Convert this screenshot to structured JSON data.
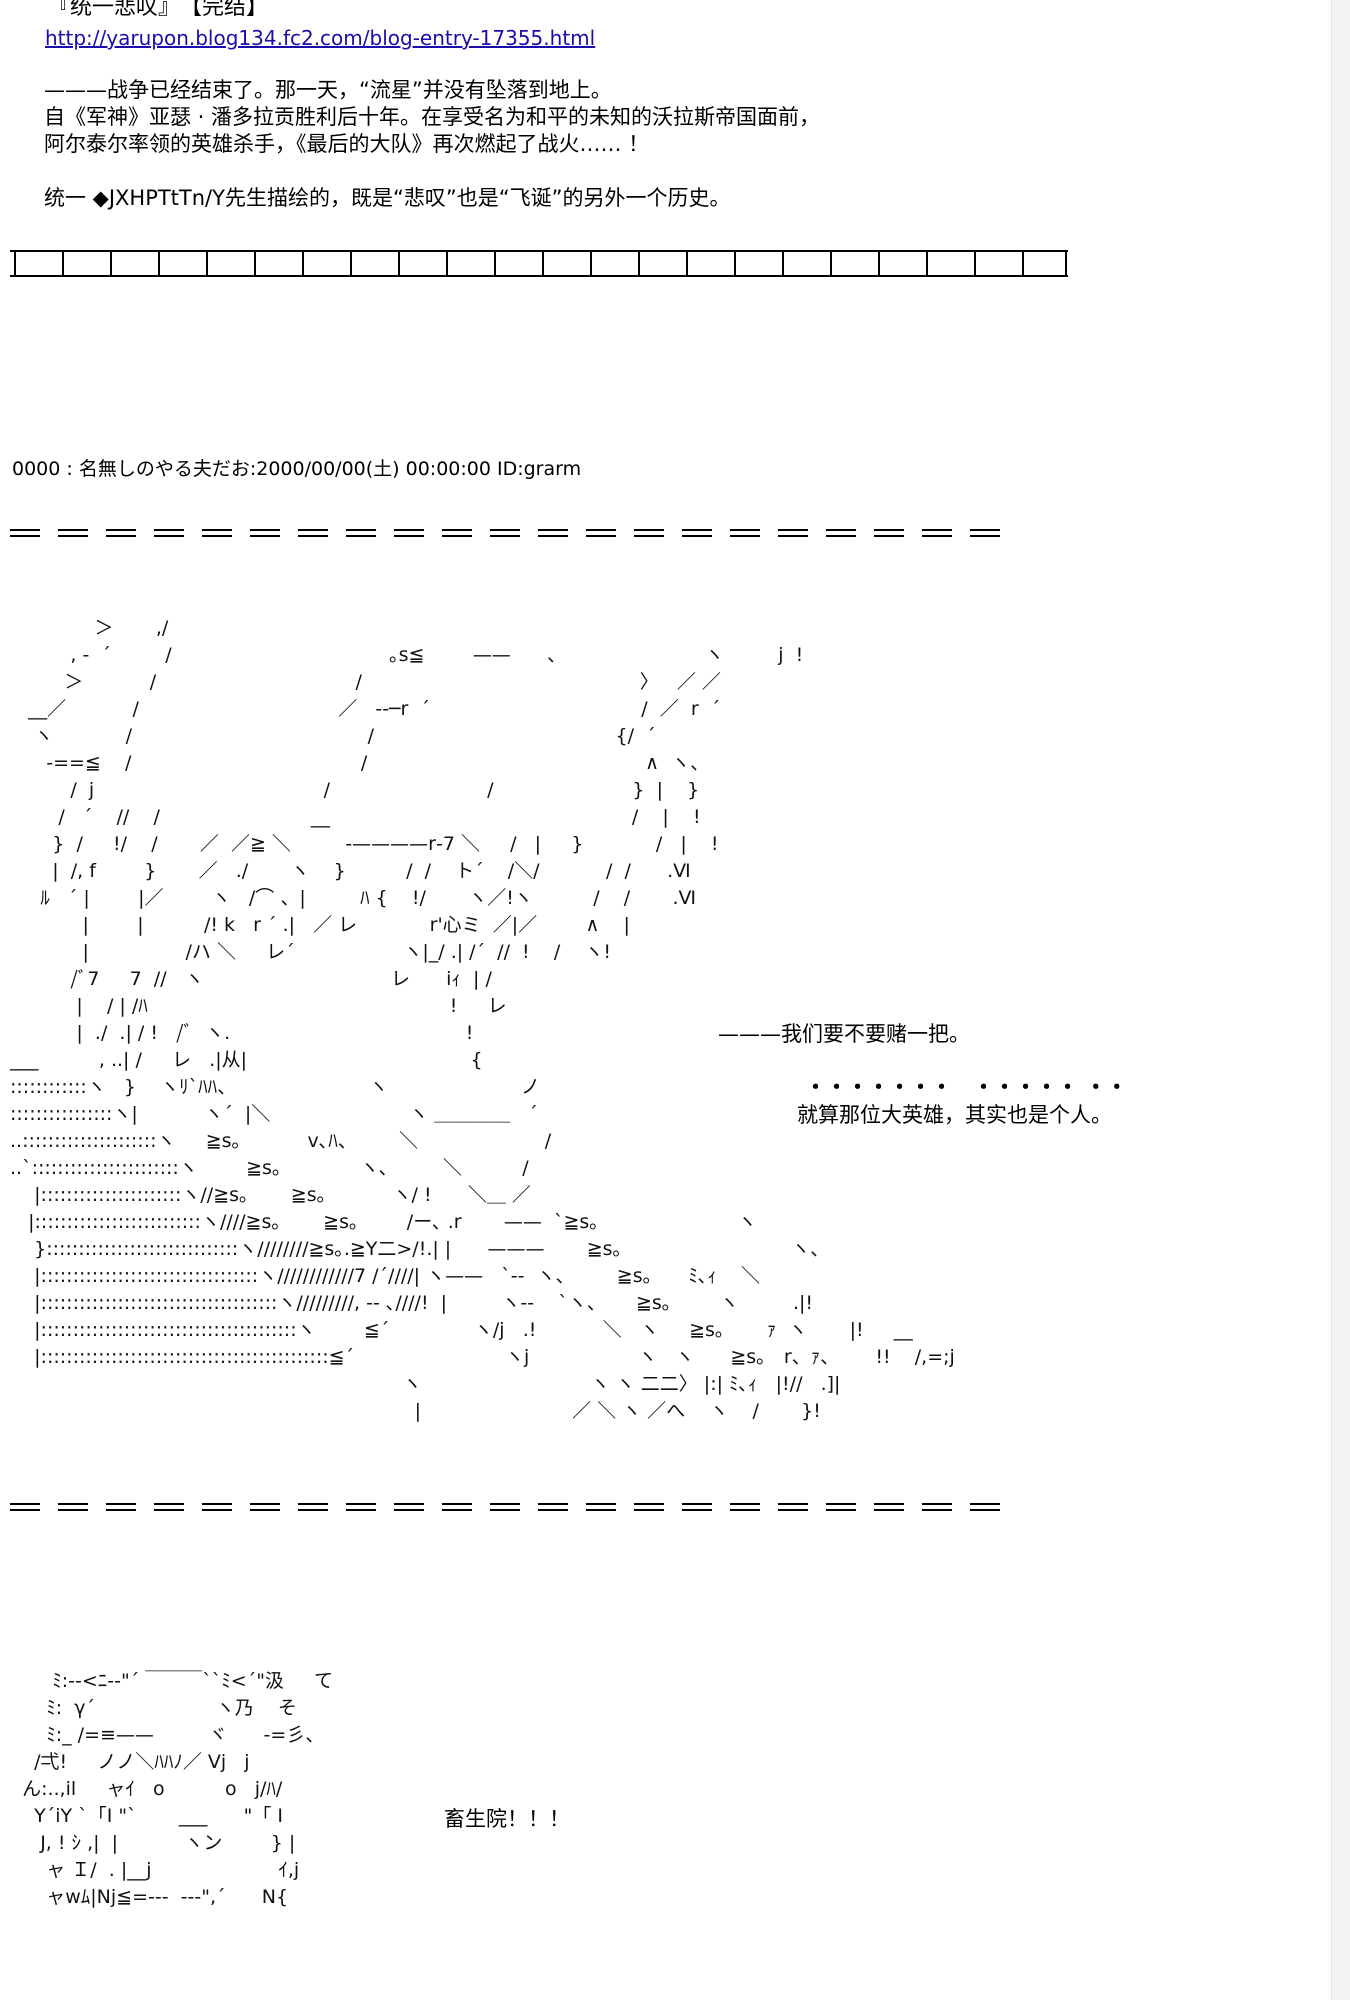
{
  "header": {
    "title": "『统一悲叹』　【完结】",
    "link": "http://yarupon.blog134.fc2.com/blog-entry-17355.html"
  },
  "intro": {
    "line1": "———战争已经结束了。那一天，“流星”并没有坠落到地上。",
    "line2": "自《军神》亚瑟 · 潘多拉贡胜利后十年。在享受名为和平的未知的沃拉斯帝国面前，",
    "line3": "阿尔泰尔率领的英雄杀手，《最后的大队》再次燃起了战火…… ！",
    "line4": "统一 ◆JXHPTtTn/Y先生描绘的，既是“悲叹”也是“飞诞”的另外一个历史。"
  },
  "post": {
    "header": "0000 : 名無しのやる夫だお:2000/00/00(土) 00:00:00 ID:grarm"
  },
  "scene1": {
    "line1": "———我们要不要赌一把。",
    "line2": "・・・・・・・　・・・・・ ・・",
    "line3": "就算那位大英雄，其实也是个人。",
    "art": "              ＞       ,/\n          , -  ´         /                                    ｡s≦        ——      、                       ヽ         j  !\n         ＞           /                                 /                                              〉   ／ ／\n   __／           /                                 ／   ‐‐─r  ´                                   /  ／  r  ´\n    ヽ            /                                       /                                        {/  ´\n      -==≦    /                                      /                                              ∧  ヽ、\n          /  j                                      /                          /                       }  |    }\n        /   ´    //    /                         __                                                  /    |    !\n       }  /     !/    /       ／  ／≧ ＼         -————r‐7 ＼     /   |     }            /   |    !\n       |  /, f        }       ／   ./       ヽ    }          /  /    ト´    /＼/           /  /      .Ⅵ\n     ﾙ   ´ |        |／        ヽ   /⌒ 、|         ﾊ {    !/       ヽ／!ヽ          /    /       .Ⅵ\n            |        |          /! k   r ´ .|   ／ レ            r'心ミ  ／|／        ∧    |\n            |                /ハ ＼     レ´                  ヽ|_/ .| /´  //  !    /    ヽ!\n          /ﾞ7     7  //   ヽ                               レ      iｨ  | /\n           |    / | /ﾊ                                                  !     レ\n           |  ./  .| / !   /ﾞ  ヽ.                                       !\n___          , ..| /     レ   .|从|                                     {\n::::::::::::ヽ   }    ヽﾘ`ﾊﾊ、                      ヽ                      ノ\n::::::::::::::::ヽ|           ヽ´  |＼                       ヽ ＿＿＿＿   ´\n..:::::::::::::::::::::ヽ     ≧s｡           v､ﾊ、       ＼                     /\n..`:::::::::::::::::::::::ヽ        ≧s｡             ヽ､         ＼          /\n    |::::::::::::::::::::::ヽ//≧s｡       ≧s｡           ヽ/ !      ＼＿ ／\n   |::::::::::::::::::::::::::ヽ////≧s｡       ≧s｡        /ー､ .r       ——  `≧s｡                       ヽ\n    }::::::::::::::::::::::::::::::ヽ////////≧s｡.≧Y二>/!.| |      ———       ≧s｡                            ヽ、\n    |::::::::::::::::::::::::::::::::::ヽ////////////7 /´////| ヽ——   `‐‐  ヽ、       ≧s｡      ﾐ､ｨ    ＼\n    |:::::::::::::::::::::::::::::::::::::ヽ/////////, ‐‐ ､////!  |         ヽ‐‐    `ヽ、     ≧s｡        ヽ         .|!\n    |::::::::::::::::::::::::::::::::::::::::ヽ        ≦´              ヽ/j   .!           ＼   ヽ     ≧s｡       ｧ  ヽ       |!     __\n    |:::::::::::::::::::::::::::::::::::::::::::::≦´                         ヽj                  ヽ   ヽ      ≧s｡   r、ｧ、      !!    /,=;j\n                                                                 ヽ                            ヽ ヽ 二二〉 |:| ﾐ､ｨ   |!//   .]|\n                                                                   |                         ／ ＼ ヽ ／へ    ヽ    /       }!"
  },
  "scene2": {
    "line": "畜生院！！！",
    "art": "       ﾐ:‐‐<ﾆ‐‐\"´ ￣￣￣``ﾐ<´\"汲     て\n      ﾐ:  γ´                    ヽ乃    そ\n      ﾐ:_ /=≡——         ヾ      ‐=彡、\n    /弌!     ノノ＼ﾊﾊﾉ／ Vj   j\n  ん:..,il     ャｲ   o          o   j/ﾊ/\n    Y´iY `「I \"`       ___      \"「 I\n     J, ! ｼ ,|  |           ヽン        } |\n      ャ Ｉ/  . |__j                     ｲ,j\n      ャwﾑ|Nj≦=‐‐‐  ‐‐‐\",´      N{"
  }
}
